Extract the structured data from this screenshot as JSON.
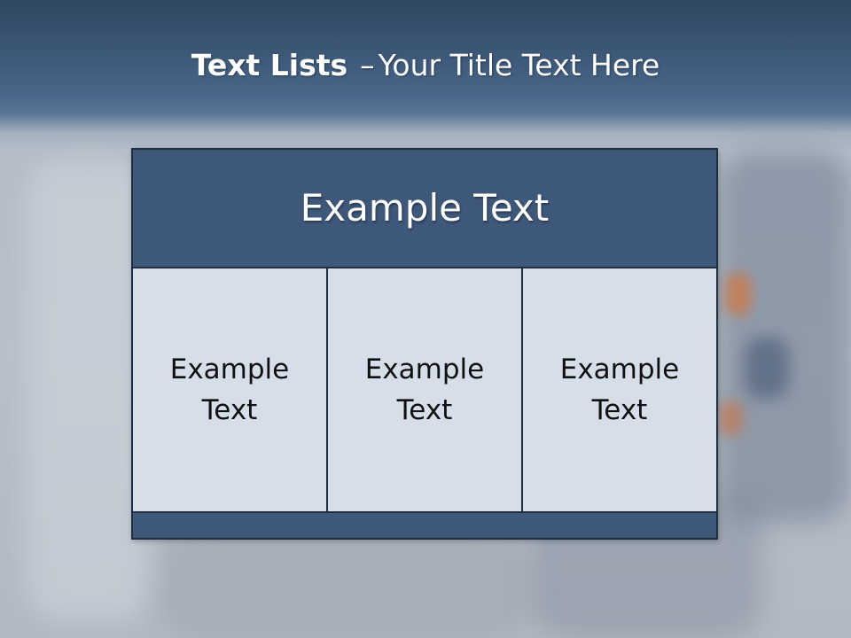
{
  "title": {
    "bold": "Text Lists",
    "separator": "–",
    "rest": "Your Title Text Here"
  },
  "panel": {
    "header": "Example Text",
    "columns": [
      {
        "text": "Example Text"
      },
      {
        "text": "Example Text"
      },
      {
        "text": "Example Text"
      }
    ]
  },
  "colors": {
    "header_bg": "#3e587a",
    "column_bg": "#d6dee9",
    "border": "#1e2e44",
    "title_text": "#ffffff"
  }
}
